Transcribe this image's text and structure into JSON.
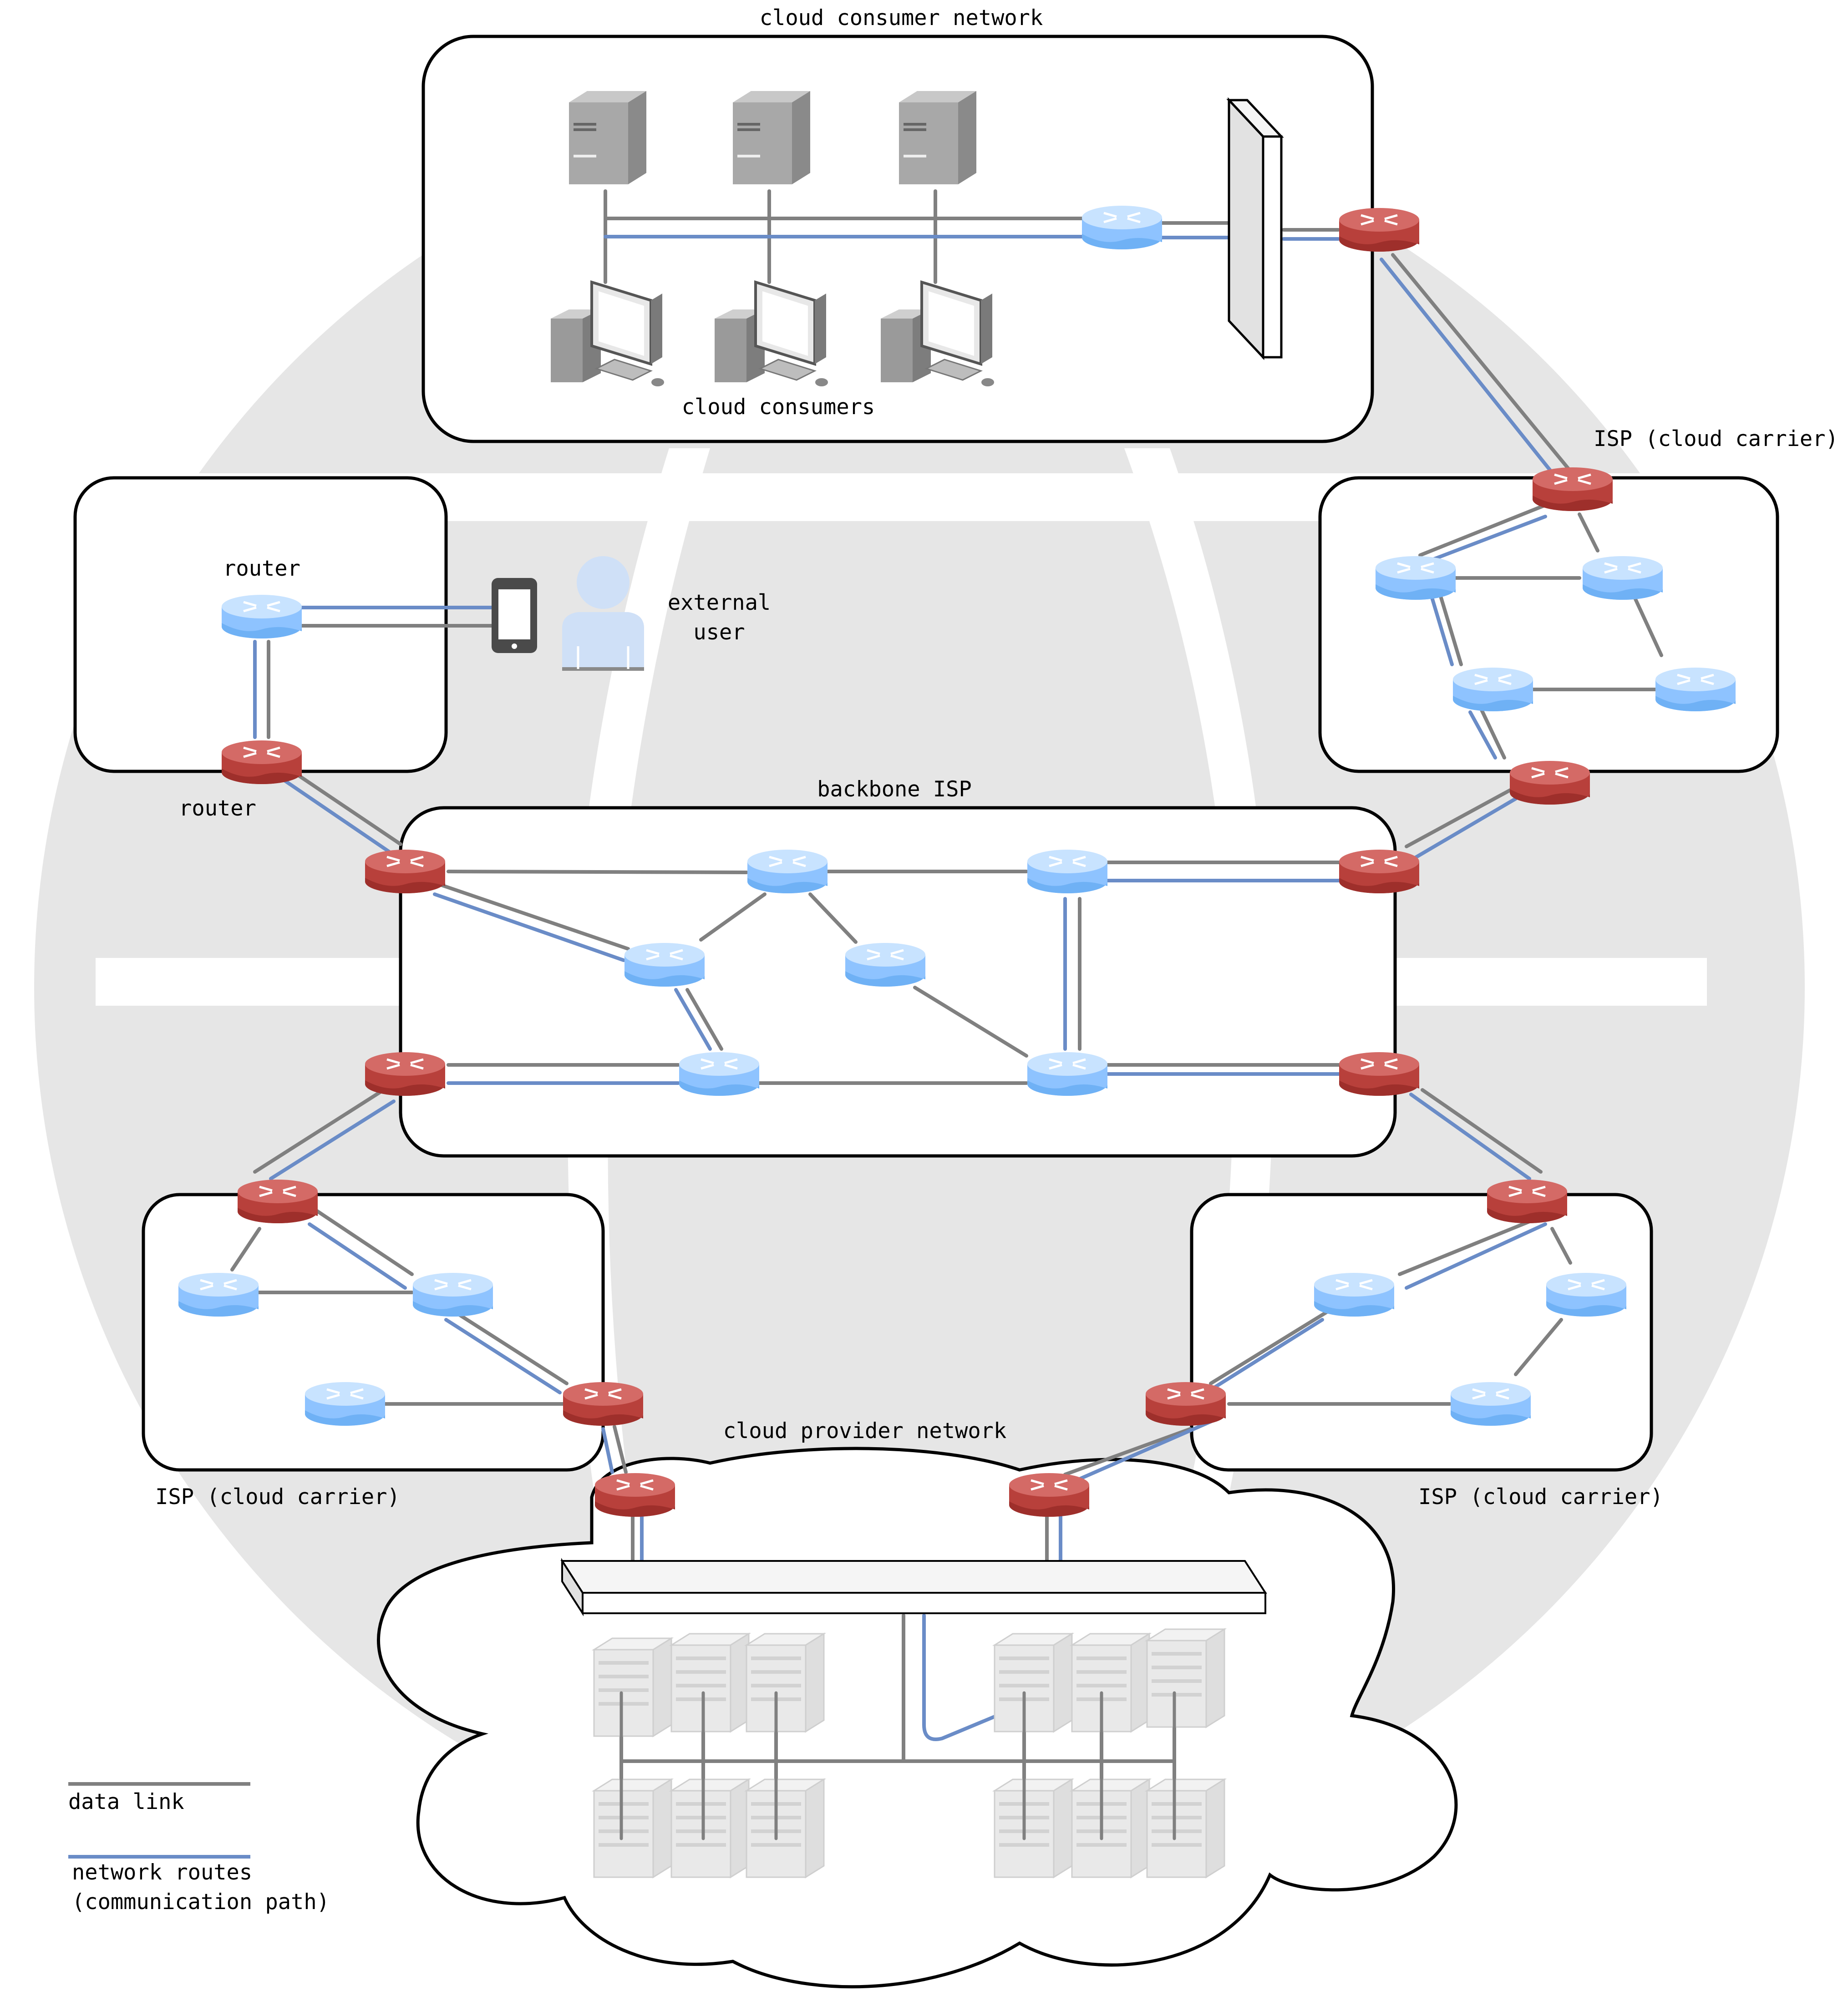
{
  "labels": {
    "consumer_net": "cloud consumer network",
    "consumers": "cloud consumers",
    "isp_top_right": "ISP (cloud carrier)",
    "router_top": "router",
    "router_bottom": "router",
    "external_user_1": "external",
    "external_user_2": "user",
    "backbone": "backbone ISP",
    "provider_net": "cloud provider network",
    "isp_bottom_left": "ISP (cloud carrier)",
    "isp_bottom_right": "ISP (cloud carrier)"
  },
  "legend": {
    "data_link": "data link",
    "network_routes_1": "network routes",
    "network_routes_2": "(communication path)"
  },
  "colors": {
    "data_link": "#808080",
    "network_route": "#6a8cc7",
    "router_internal": "#a8d0ff",
    "router_edge": "#c0504d",
    "background_globe": "#e6e6e6"
  },
  "icons": {
    "server": "server-tower-icon",
    "workstation": "workstation-icon",
    "firewall": "firewall-icon",
    "smartphone": "smartphone-icon",
    "user": "user-icon",
    "switch": "switch-icon",
    "rack_server": "rack-server-icon"
  }
}
